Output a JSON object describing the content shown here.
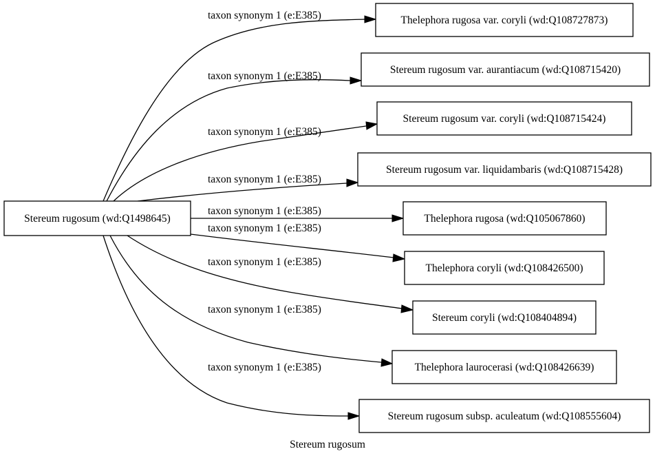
{
  "graph": {
    "caption": "Stereum rugosum",
    "source": {
      "label": "Stereum rugosum (wd:Q1498645)"
    },
    "edges": [
      {
        "label": "taxon synonym 1 (e:E385)",
        "target": "Thelephora rugosa var. coryli (wd:Q108727873)"
      },
      {
        "label": "taxon synonym 1 (e:E385)",
        "target": "Stereum rugosum var. aurantiacum (wd:Q108715420)"
      },
      {
        "label": "taxon synonym 1 (e:E385)",
        "target": "Stereum rugosum var. coryli (wd:Q108715424)"
      },
      {
        "label": "taxon synonym 1 (e:E385)",
        "target": "Stereum rugosum var. liquidambaris (wd:Q108715428)"
      },
      {
        "label": "taxon synonym 1 (e:E385)",
        "target": "Thelephora rugosa (wd:Q105067860)"
      },
      {
        "label": "taxon synonym 1 (e:E385)",
        "target": "Thelephora coryli (wd:Q108426500)"
      },
      {
        "label": "taxon synonym 1 (e:E385)",
        "target": "Stereum coryli (wd:Q108404894)"
      },
      {
        "label": "taxon synonym 1 (e:E385)",
        "target": "Thelephora laurocerasi (wd:Q108426639)"
      },
      {
        "label": "taxon synonym 1 (e:E385)",
        "target": "Stereum rugosum subsp. aculeatum (wd:Q108555604)"
      }
    ]
  }
}
